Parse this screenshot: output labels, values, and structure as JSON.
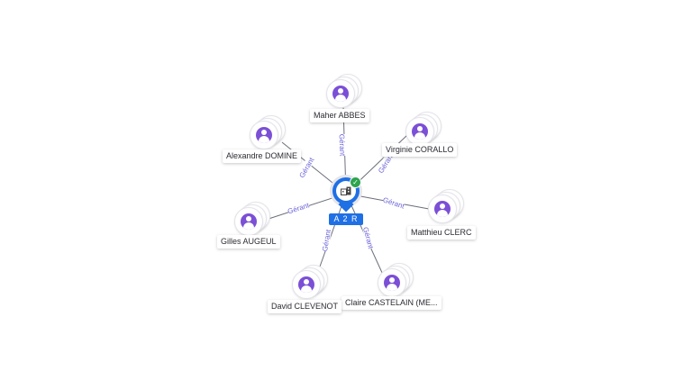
{
  "company": {
    "name": "A 2 R",
    "verified": true,
    "icon": "building-icon",
    "accent": "#1f6fe5"
  },
  "edge_label": "Gérant",
  "people": [
    {
      "id": "maher",
      "name": "Maher ABBES"
    },
    {
      "id": "virginie",
      "name": "Virginie CORALLO"
    },
    {
      "id": "matthieu",
      "name": "Matthieu CLERC"
    },
    {
      "id": "claire",
      "name": "Claire CASTELAIN (ME..."
    },
    {
      "id": "david",
      "name": "David CLEVENOT"
    },
    {
      "id": "gilles",
      "name": "Gilles AUGEUL"
    },
    {
      "id": "alexandre",
      "name": "Alexandre DOMINE"
    }
  ],
  "colors": {
    "person_icon": "#7b4fd6",
    "edge_label": "#6b63d8",
    "verified": "#2da44e"
  }
}
